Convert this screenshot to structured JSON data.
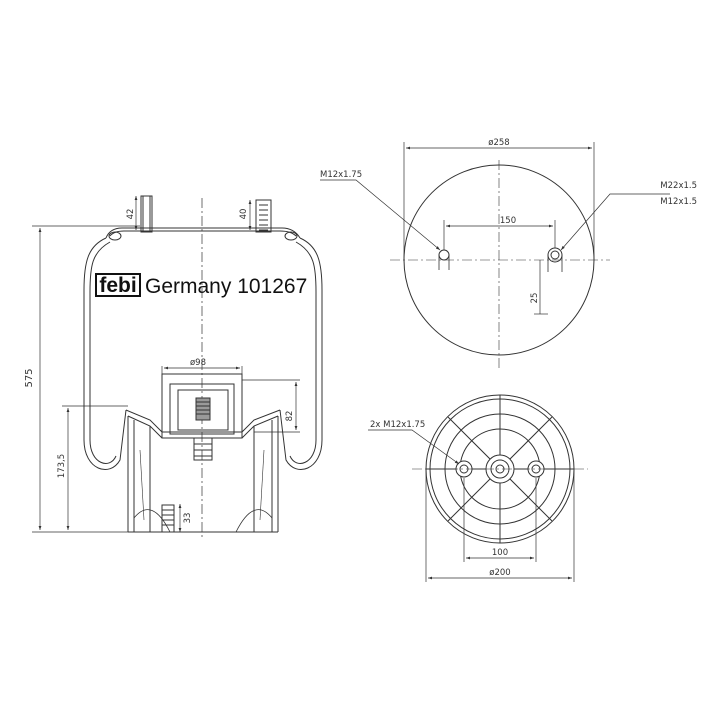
{
  "brand": {
    "logo": "febi",
    "line": "Germany 101267"
  },
  "side_view": {
    "dim_height": "575",
    "dim_base_height": "173,5",
    "dim_pin_left": "42",
    "dim_pin_right": "40",
    "dim_piston_dia": "ø98",
    "dim_piston_height": "82",
    "dim_bolt": "33"
  },
  "top_view": {
    "dim_diameter": "ø258",
    "dim_spacing": "150",
    "dim_offset": "25",
    "label_left_thread": "M12x1.75",
    "label_right_thread_1": "M22x1.5",
    "label_right_thread_2": "M12x1.5"
  },
  "bottom_view": {
    "label_threads": "2x M12x1.75",
    "dim_spacing": "100",
    "dim_diameter": "ø200"
  },
  "colors": {
    "line": "#333333",
    "background": "#ffffff"
  }
}
